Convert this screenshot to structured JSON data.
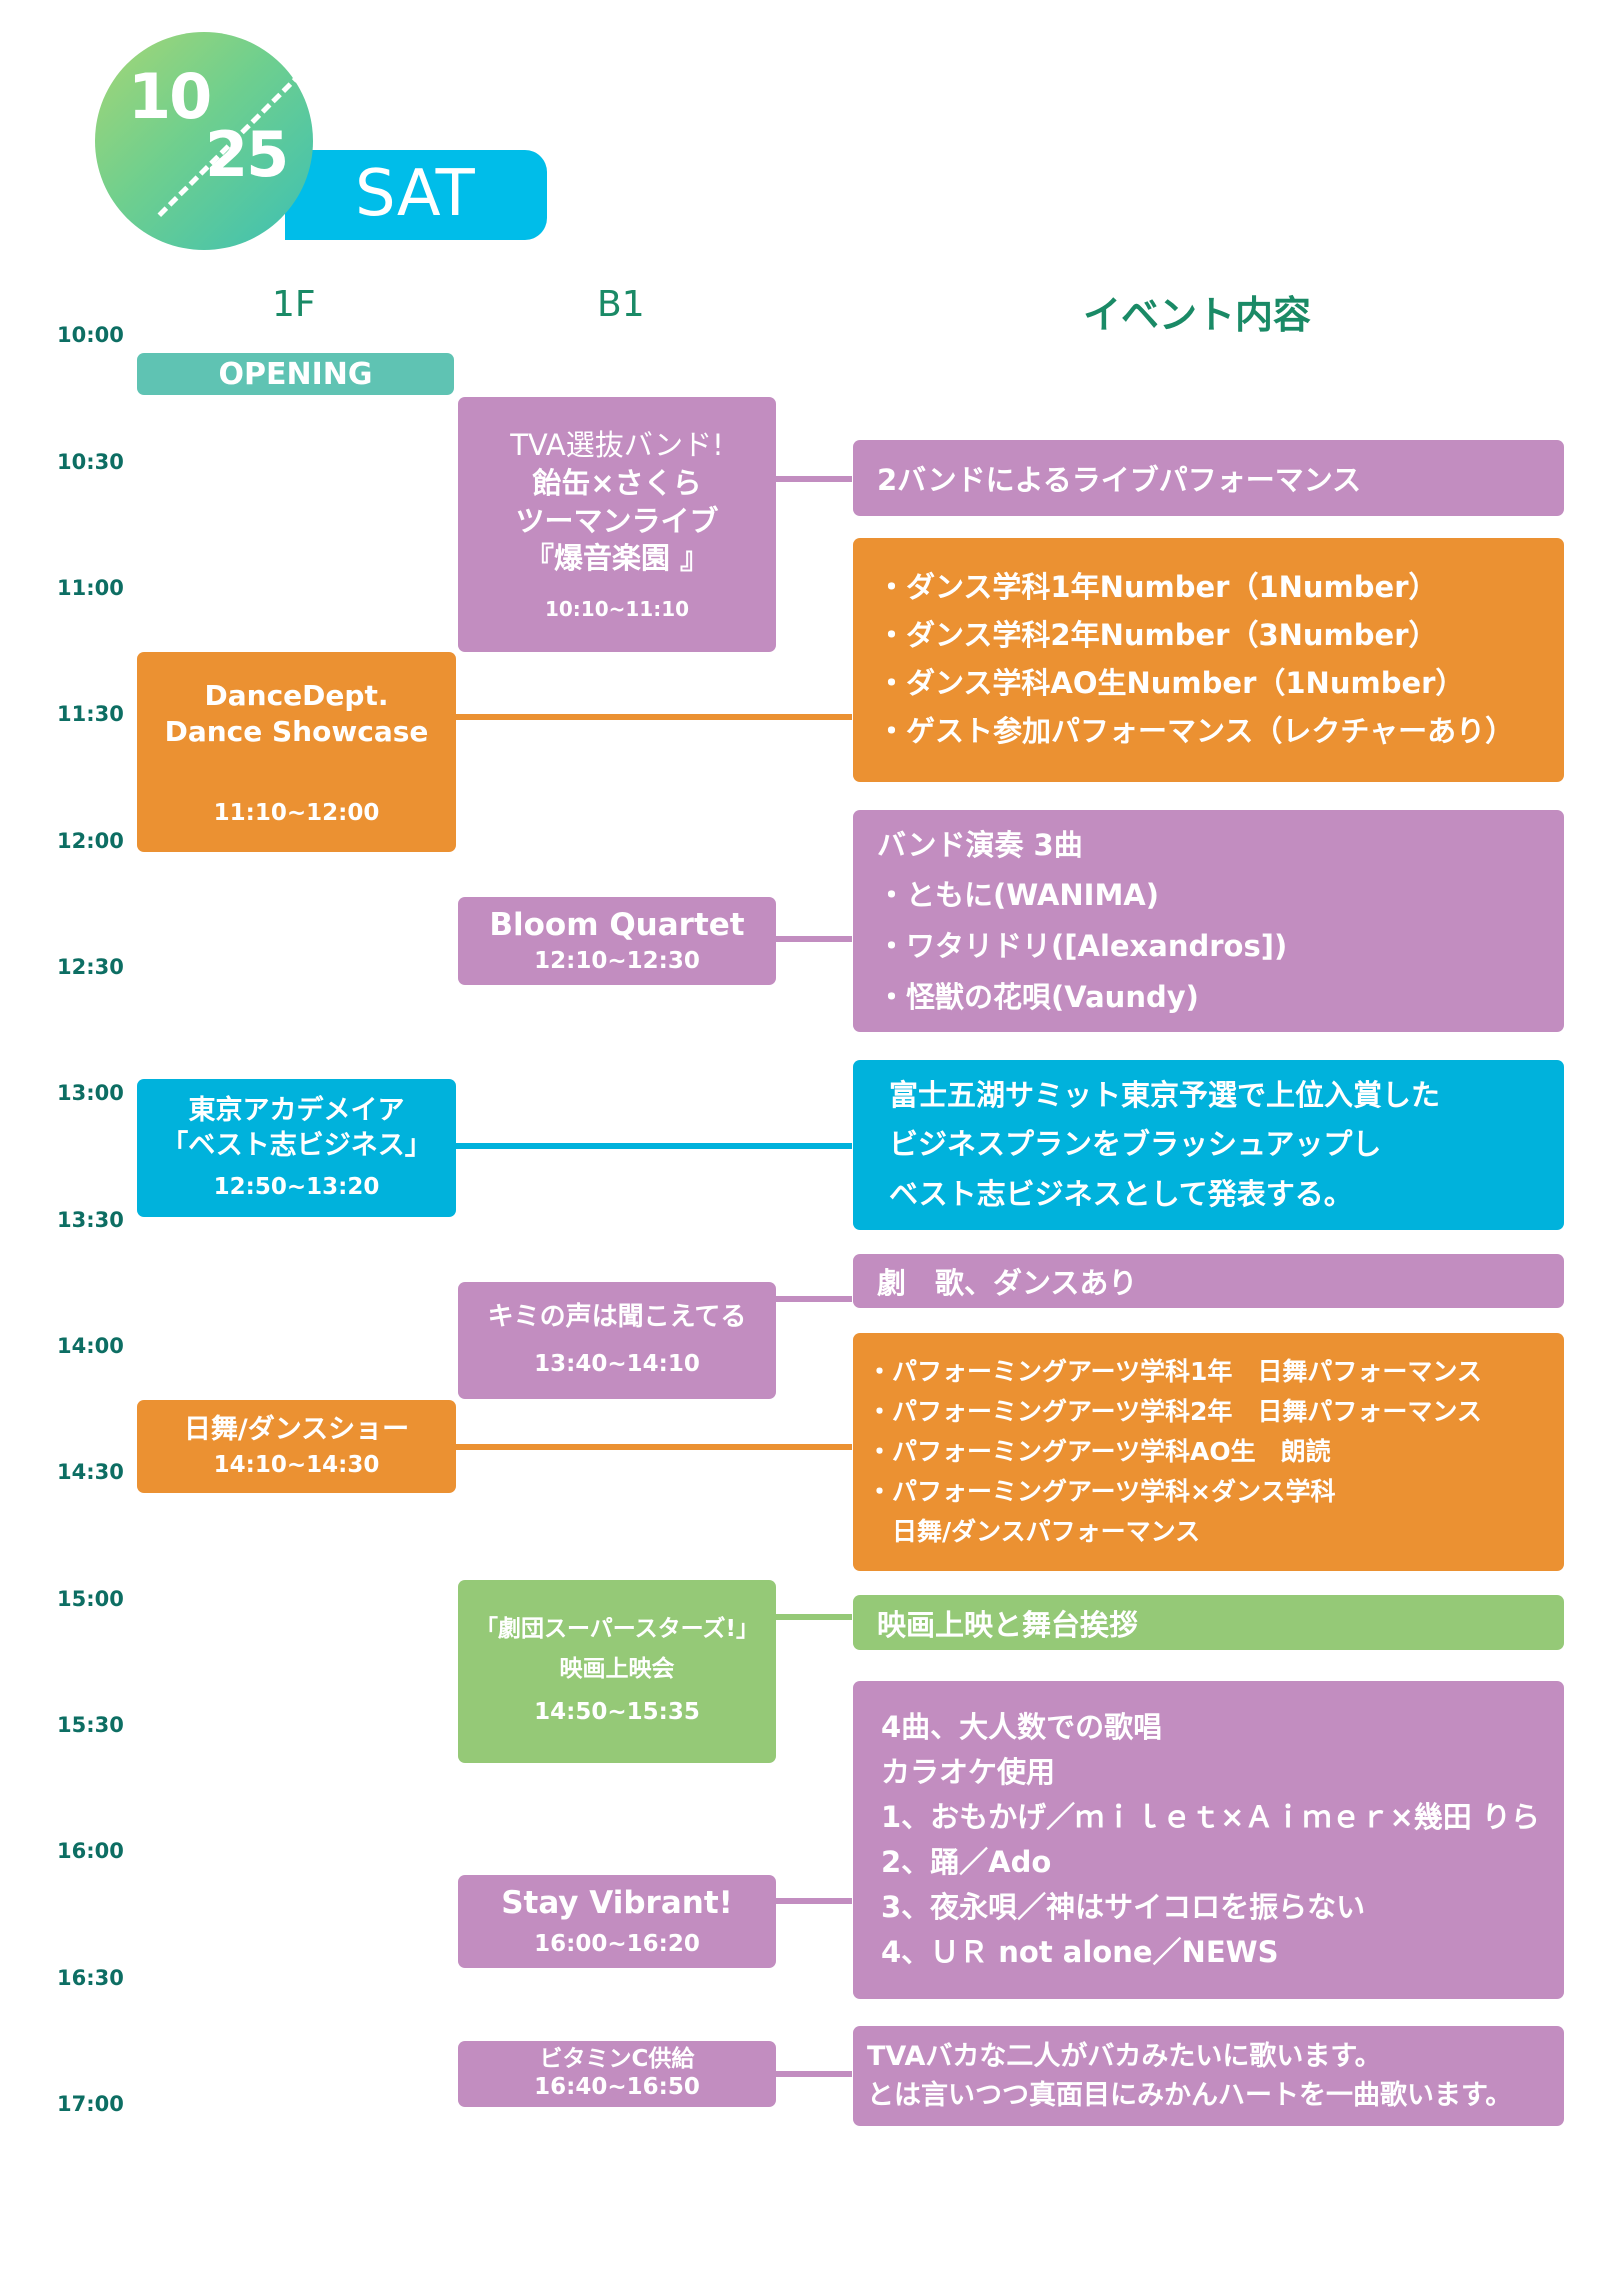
{
  "date": {
    "month": "10",
    "day": "25",
    "weekday": "SAT"
  },
  "columns": {
    "floor1": "1F",
    "basement": "B1",
    "event": "イベント内容"
  },
  "times": [
    "10:00",
    "10:30",
    "11:00",
    "11:30",
    "12:00",
    "12:30",
    "13:00",
    "13:30",
    "14:00",
    "14:30",
    "15:00",
    "15:30",
    "16:00",
    "16:30",
    "17:00"
  ],
  "events": {
    "opening": {
      "title": "OPENING"
    },
    "tva_band": {
      "lines": [
        "TVA選抜バンド!",
        "飴缶×さくら",
        "ツーマンライブ",
        "『爆音楽園 』"
      ],
      "time": "10:10~11:10"
    },
    "dance": {
      "lines": [
        "DanceDept.",
        "Dance Showcase"
      ],
      "time": "11:10~12:00"
    },
    "bloom": {
      "title": "Bloom Quartet",
      "time": "12:10~12:30"
    },
    "tokyo": {
      "lines": [
        "東京アカデメイア",
        "「ベスト志ビジネス」"
      ],
      "time": "12:50~13:20"
    },
    "kimi": {
      "title": "キミの声は聞こえてる",
      "time": "13:40~14:10"
    },
    "nichibu": {
      "title": "日舞/ダンスショー",
      "time": "14:10~14:30"
    },
    "gekidan": {
      "lines": [
        "「劇団スーパースターズ!」",
        "映画上映会"
      ],
      "time": "14:50~15:35"
    },
    "stay": {
      "title": "Stay Vibrant!",
      "time": "16:00~16:20"
    },
    "vitamin": {
      "title": "ビタミンC供給",
      "time": "16:40~16:50"
    }
  },
  "descriptions": {
    "d1": [
      "2バンドによるライブパフォーマンス"
    ],
    "d2": [
      "・ダンス学科1年Number（1Number）",
      "・ダンス学科2年Number（3Number）",
      "・ダンス学科AO生Number（1Number）",
      "・ゲスト参加パフォーマンス（レクチャーあり）"
    ],
    "d3": [
      "バンド演奏 3曲",
      "・ともに(WANIMA)",
      "・ワタリドリ([Alexandros])",
      "・怪獣の花唄(Vaundy)"
    ],
    "d4": [
      "富士五湖サミット東京予選で上位入賞した",
      "ビジネスプランをブラッシュアップし",
      "ベスト志ビジネスとして発表する。"
    ],
    "d5": [
      "劇　歌、ダンスあり"
    ],
    "d6": [
      "・パフォーミングアーツ学科1年　日舞パフォーマンス",
      "・パフォーミングアーツ学科2年　日舞パフォーマンス",
      "・パフォーミングアーツ学科AO生　朗読",
      "・パフォーミングアーツ学科×ダンス学科",
      "　日舞/ダンスパフォーマンス"
    ],
    "d7": [
      "映画上映と舞台挨拶"
    ],
    "d8": [
      "4曲、大人数での歌唱",
      "カラオケ使用",
      "1、おもかげ／ｍｉｌｅｔ×Ａｉｍｅｒ×幾田 りら",
      "2、踊／Ado",
      "3、夜永唄／神はサイコロを振らない",
      "4、ＵＲ not alone／NEWS"
    ],
    "d9": [
      "TVAバカな二人がバカみたいに歌います。",
      "とは言いつつ真面目にみかんハートを一曲歌います。"
    ]
  },
  "colors": {
    "purple": "#c28dc0",
    "orange": "#eb9132",
    "blue": "#00b2dc",
    "green": "#95c977",
    "teal": "#5fc3b3"
  }
}
